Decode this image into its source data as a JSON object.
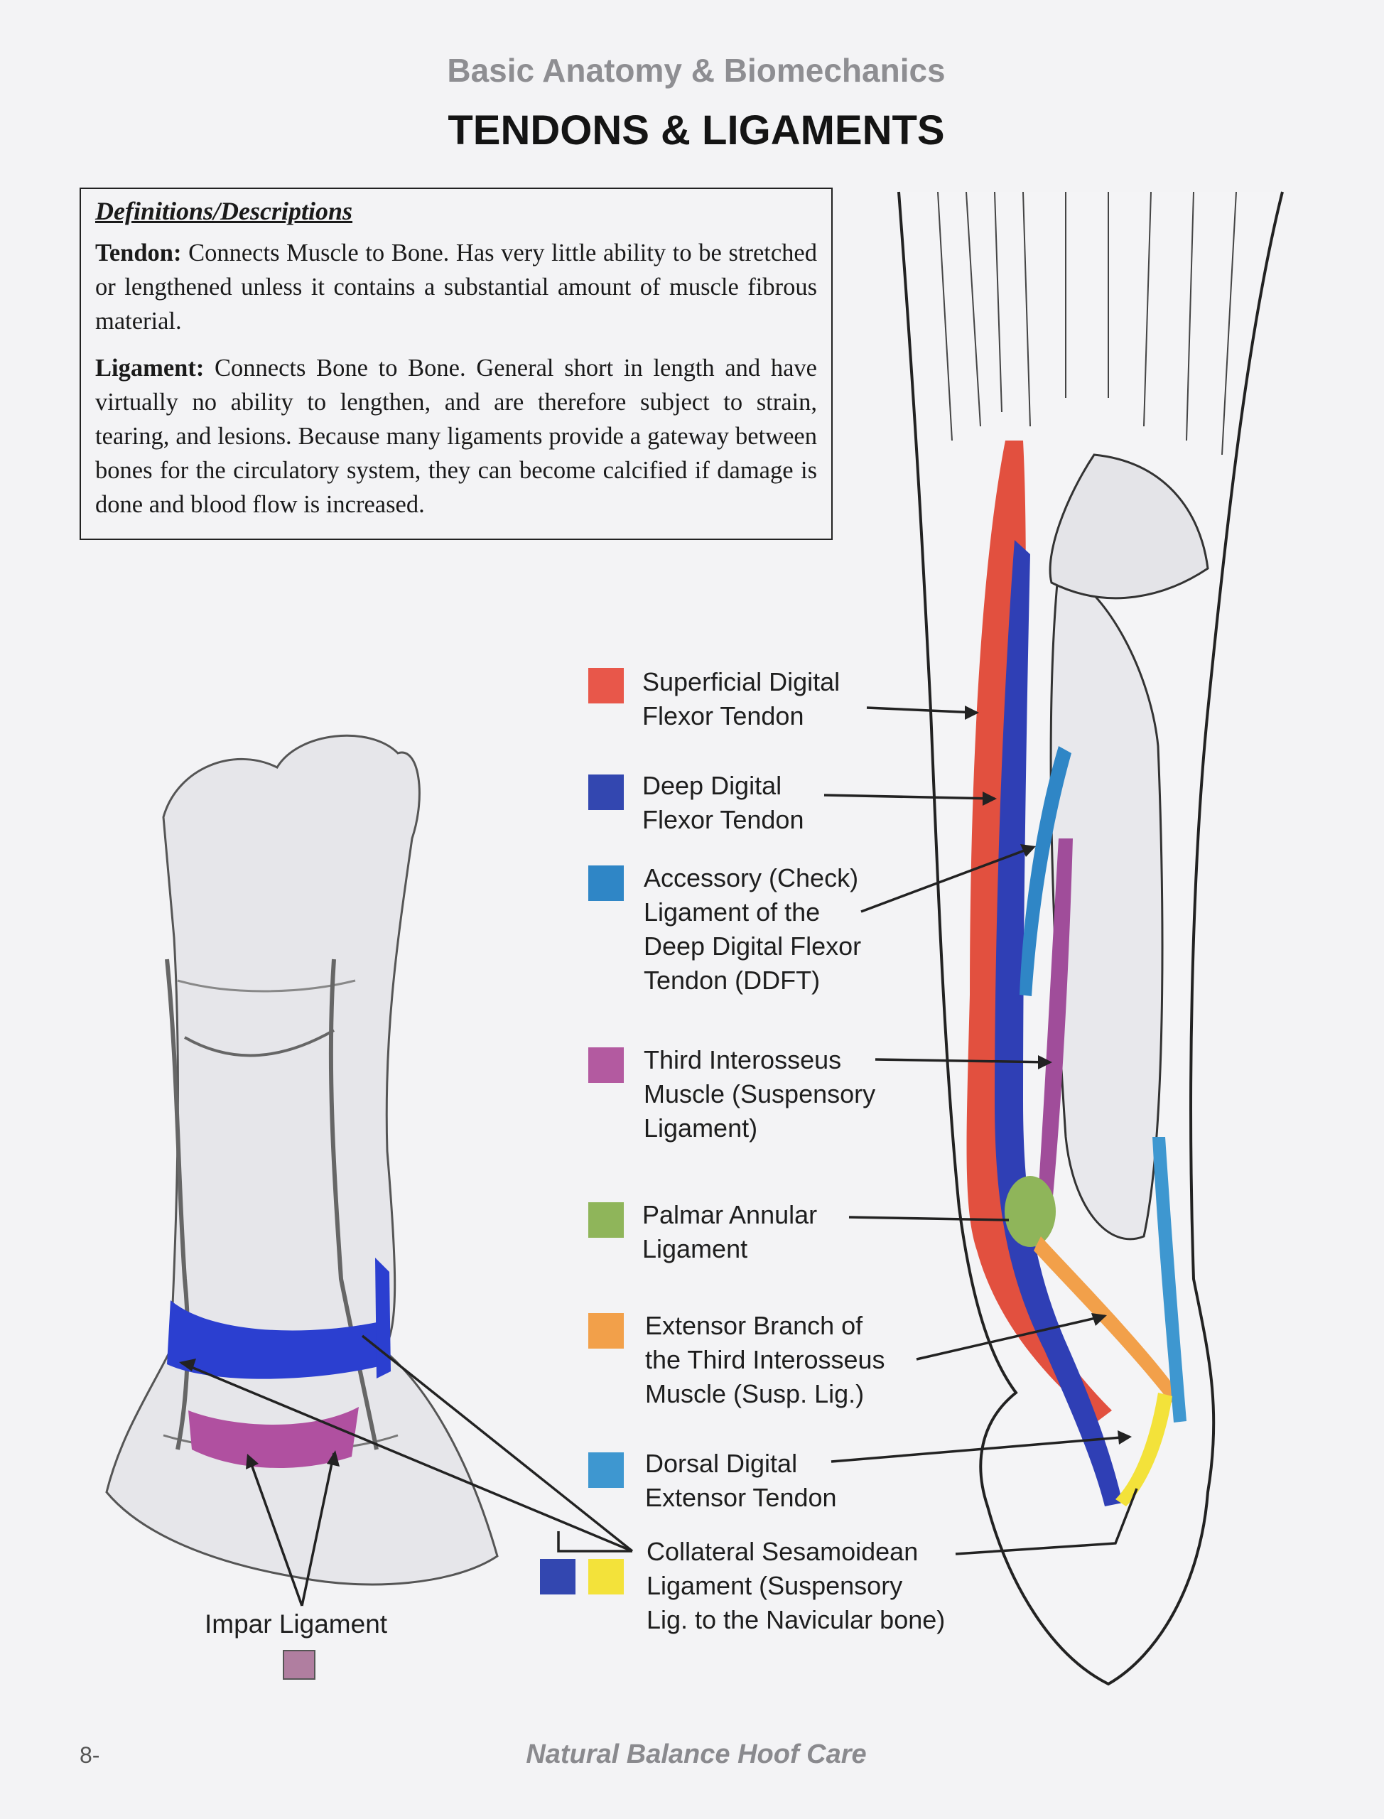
{
  "header": {
    "subtitle": "Basic Anatomy & Biomechanics",
    "title": "TENDONS & LIGAMENTS"
  },
  "definitions": {
    "heading": "Definitions/Descriptions",
    "tendon_term": "Tendon:",
    "tendon_text": " Connects Muscle to Bone.  Has very little ability to be stretched or lengthened unless it contains a substantial amount of muscle fibrous material.",
    "ligament_term": "Ligament:",
    "ligament_text": " Connects Bone to Bone.  General short in length and have virtually no ability to lengthen, and are therefore subject to strain, tearing, and lesions.  Because many ligaments provide a gateway between bones for the circulatory system, they can become calcified if damage is done and blood flow is increased."
  },
  "legend": [
    {
      "label": "Superficial Digital\nFlexor Tendon",
      "color": "#e8574a"
    },
    {
      "label": "Deep Digital\nFlexor Tendon",
      "color": "#3347b0"
    },
    {
      "label": "Accessory (Check)\nLigament of the\nDeep Digital Flexor\nTendon (DDFT)",
      "color": "#2f86c6"
    },
    {
      "label": "Third Interosseus\nMuscle (Suspensory\nLigament)",
      "color": "#b35aa0"
    },
    {
      "label": "Palmar Annular\nLigament",
      "color": "#8fb55a"
    },
    {
      "label": "Extensor Branch of\nthe Third Interosseus\nMuscle (Susp. Lig.)",
      "color": "#f2a04a"
    },
    {
      "label": "Dorsal Digital\nExtensor Tendon",
      "color": "#3e97d0"
    },
    {
      "label": "Collateral Sesamoidean\nLigament (Suspensory\nLig. to the Navicular bone)",
      "color": "#3347b0",
      "color2": "#f3e23a"
    }
  ],
  "impar": {
    "label": "Impar Ligament",
    "color": "#b07ea0"
  },
  "footer": {
    "page_number": "8-",
    "brand": "Natural Balance Hoof Care"
  }
}
